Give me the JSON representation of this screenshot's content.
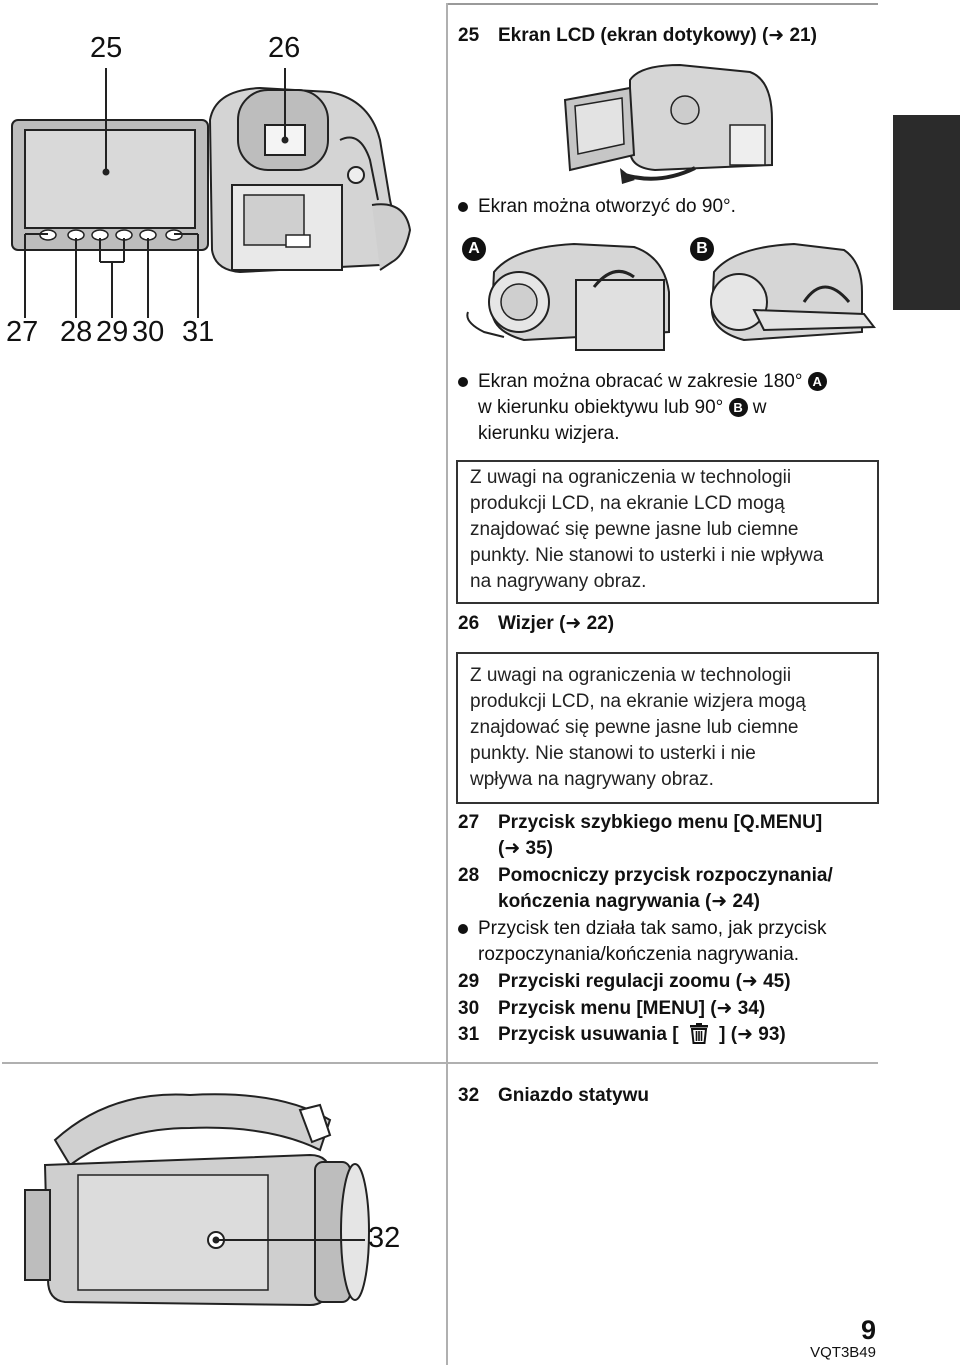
{
  "callouts": {
    "n25": "25",
    "n26": "26",
    "n27": "27",
    "n28": "28",
    "n29": "29",
    "n30": "30",
    "n31": "31",
    "n32": "32"
  },
  "markers": {
    "a": "A",
    "b": "B"
  },
  "items": {
    "i25": {
      "num": "25",
      "text": "Ekran LCD (ekran dotykowy) (➜ 21)"
    },
    "i26": {
      "num": "26",
      "text": "Wizjer (➜ 22)"
    },
    "i27": {
      "num": "27",
      "line1": "Przycisk szybkiego menu [Q.MENU]",
      "line2": "(➜ 35)"
    },
    "i28": {
      "num": "28",
      "line1": "Pomocniczy przycisk rozpoczynania/",
      "line2": "kończenia nagrywania (➜ 24)"
    },
    "i29": {
      "num": "29",
      "text": "Przyciski regulacji zoomu (➜ 45)"
    },
    "i30": {
      "num": "30",
      "text": "Przycisk menu [MENU] (➜ 34)"
    },
    "i31": {
      "num": "31",
      "pre": "Przycisk usuwania [",
      "post": "] (➜ 93)"
    },
    "i32": {
      "num": "32",
      "text": "Gniazdo statywu"
    }
  },
  "bullets": {
    "open90": "Ekran można otworzyć do 90°.",
    "rotate_l1": "Ekran można obracać w zakresie 180°",
    "rotate_l2a": "w kierunku obiektywu lub 90°",
    "rotate_l2b": "w",
    "rotate_l3": "kierunku wizjera.",
    "same_l1": "Przycisk ten działa tak samo, jak przycisk",
    "same_l2": "rozpoczynania/kończenia nagrywania."
  },
  "notes": {
    "lcd": [
      "Z uwagi na ograniczenia w technologii",
      "produkcji LCD, na ekranie LCD mogą",
      "znajdować się pewne jasne lub ciemne",
      "punkty. Nie stanowi to usterki i nie wpływa",
      "na nagrywany obraz."
    ],
    "viewfinder": [
      "Z uwagi na ograniczenia w technologii",
      "produkcji LCD, na ekranie wizjera mogą",
      "znajdować się pewne jasne lub ciemne",
      "punkty. Nie stanowi to usterki i nie",
      "wpływa na nagrywany obraz."
    ]
  },
  "footer": {
    "page_number": "9",
    "doc_code": "VQT3B49"
  },
  "icons": {
    "trash": "trash-icon"
  }
}
